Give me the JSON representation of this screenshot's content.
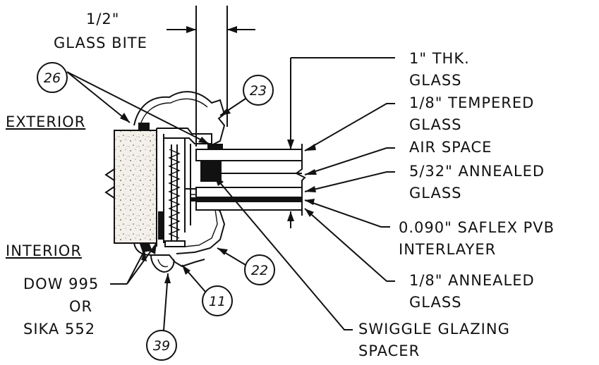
{
  "dimension": {
    "value": "1/2\"",
    "label": "GLASS BITE"
  },
  "sides": {
    "exterior": "EXTERIOR",
    "interior": "INTERIOR"
  },
  "callouts": {
    "c26": "26",
    "c23": "23",
    "c22": "22",
    "c11": "11",
    "c39": "39"
  },
  "right_labels": {
    "thk_1": "1\" THK.",
    "thk_2": "GLASS",
    "tempered_1": "1/8\" TEMPERED",
    "tempered_2": "GLASS",
    "air_space": "AIR SPACE",
    "annealed_532_1": "5/32\" ANNEALED",
    "annealed_532_2": "GLASS",
    "pvb_1": "0.090\" SAFLEX PVB",
    "pvb_2": "INTERLAYER",
    "annealed_18_1": "1/8\" ANNEALED",
    "annealed_18_2": "GLASS"
  },
  "bottom_labels": {
    "sealant_1": "DOW 995",
    "sealant_2": "OR",
    "sealant_3": "SIKA 552",
    "spacer_1": "SWIGGLE GLAZING",
    "spacer_2": "SPACER"
  },
  "colors": {
    "ink": "#111111",
    "paper": "#ffffff",
    "concrete": "#f3f0ea"
  }
}
